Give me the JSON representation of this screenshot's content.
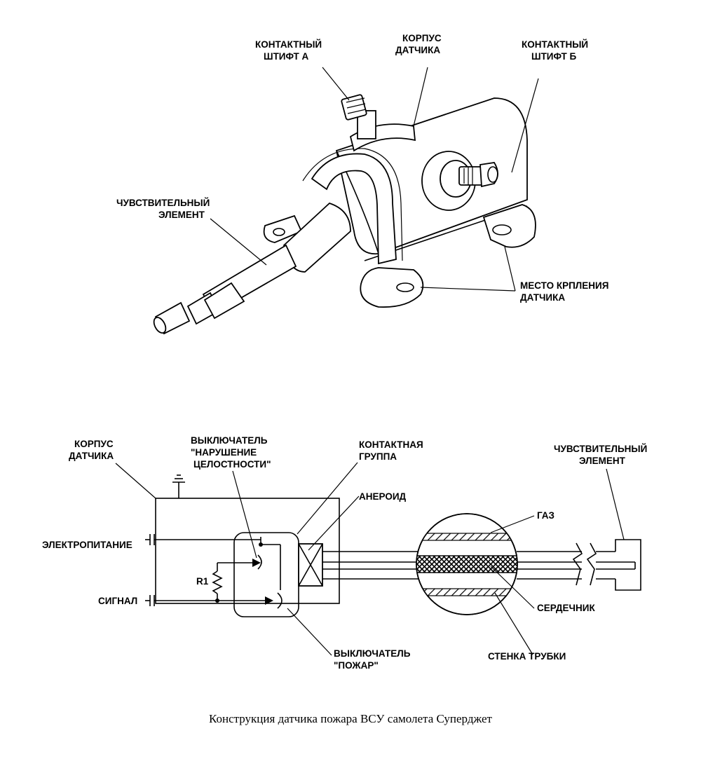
{
  "top": {
    "pin_a": [
      "КОНТАКТНЫЙ",
      "ШТИФТ А"
    ],
    "housing": [
      "КОРПУС",
      "ДАТЧИКА"
    ],
    "pin_b": [
      "КОНТАКТНЫЙ",
      "ШТИФТ Б"
    ],
    "sensing": [
      "ЧУВСТВИТЕЛЬНЫЙ",
      "ЭЛЕМЕНТ"
    ],
    "mount": [
      "МЕСТО КРПЛЕНИЯ",
      "ДАТЧИКА"
    ]
  },
  "bottom": {
    "housing": [
      "КОРПУС",
      "ДАТЧИКА"
    ],
    "integrity_switch": [
      "ВЫКЛЮЧАТЕЛЬ",
      "\"НАРУШЕНИЕ",
      "ЦЕЛОСТНОСТИ\""
    ],
    "contact_group": [
      "КОНТАКТНАЯ",
      "ГРУППА"
    ],
    "sensing": [
      "ЧУВСТВИТЕЛЬНЫЙ",
      "ЭЛЕМЕНТ"
    ],
    "aneroid": "АНЕРОИД",
    "gas": "ГАЗ",
    "power": "ЭЛЕКТРОПИТАНИЕ",
    "resistor": "R1",
    "signal": "СИГНАЛ",
    "core": "СЕРДЕЧНИК",
    "fire_switch": [
      "ВЫКЛЮЧАТЕЛЬ",
      "\"ПОЖАР\""
    ],
    "tube_wall": "СТЕНКА ТРУБКИ"
  },
  "caption": "Конструкция датчика пожара ВСУ самолета Суперджет"
}
